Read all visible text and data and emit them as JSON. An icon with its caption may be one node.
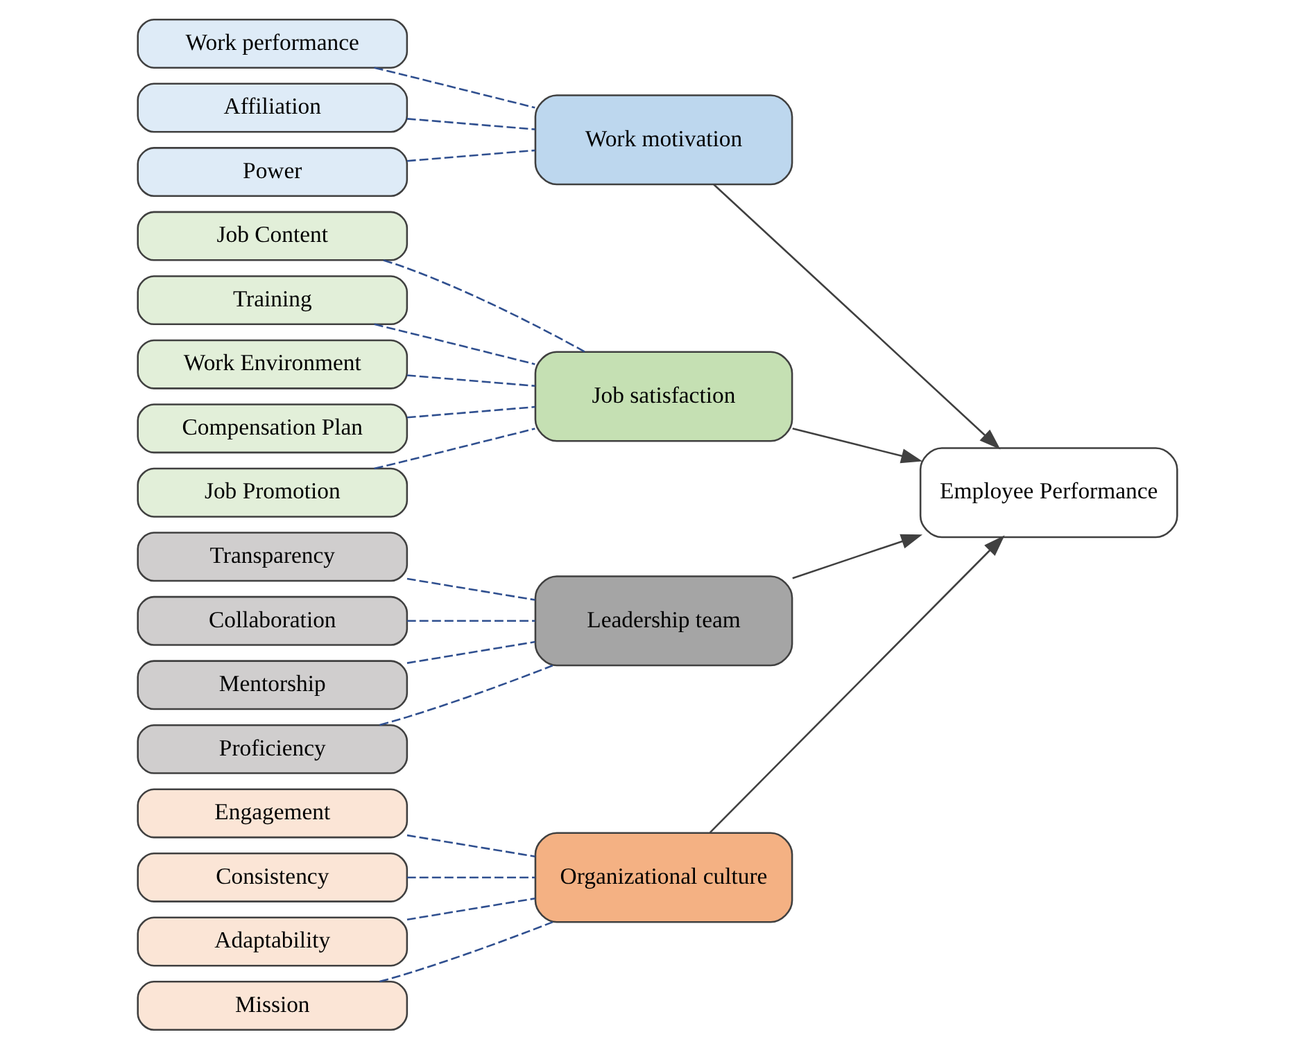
{
  "diagram": {
    "nodes": [
      {
        "text": [
          "Job Content"
        ]
      },
      {
        "text": [
          "Training"
        ]
      },
      {
        "text": [
          "Work Environment"
        ]
      },
      {
        "text": [
          "Compensation Plan"
        ]
      },
      {
        "text": [
          "Job Promotion"
        ]
      },
      {
        "text": [
          "Work performance"
        ]
      },
      {
        "text": [
          "Affiliation"
        ]
      },
      {
        "text": [
          "Power"
        ]
      },
      {
        "text": [
          "Transparency"
        ]
      },
      {
        "text": [
          "Collaboration"
        ]
      },
      {
        "text": [
          "Mentorship"
        ]
      },
      {
        "text": [
          "Proficiency"
        ]
      },
      {
        "text": [
          "Engagement"
        ]
      },
      {
        "text": [
          "Consistency"
        ]
      },
      {
        "text": [
          "Adaptability"
        ]
      },
      {
        "text": [
          "Mission"
        ]
      },
      {
        "text": [
          "Job satisfaction"
        ]
      },
      {
        "text": [
          "Work motivation"
        ]
      },
      {
        "text": [
          "Leadership team"
        ]
      },
      {
        "text": [
          "Organizational culture"
        ]
      },
      {
        "text": [
          "Employee Performance"
        ]
      }
    ],
    "edges": [
      {
        "from": 0,
        "to": 16,
        "arrow": "none",
        "style": "dashed"
      },
      {
        "from": 1,
        "to": 16,
        "arrow": "none",
        "style": "dashed"
      },
      {
        "from": 2,
        "to": 16,
        "arrow": "none",
        "style": "dashed"
      },
      {
        "from": 3,
        "to": 16,
        "arrow": "none",
        "style": "dashed"
      },
      {
        "from": 4,
        "to": 16,
        "arrow": "none",
        "style": "dashed"
      },
      {
        "from": 5,
        "to": 17,
        "arrow": "none",
        "style": "dashed"
      },
      {
        "from": 6,
        "to": 17,
        "arrow": "none",
        "style": "dashed"
      },
      {
        "from": 7,
        "to": 17,
        "arrow": "none",
        "style": "dashed"
      },
      {
        "from": 8,
        "to": 18,
        "arrow": "none",
        "style": "dashed"
      },
      {
        "from": 9,
        "to": 18,
        "arrow": "none",
        "style": "dashed"
      },
      {
        "from": 10,
        "to": 18,
        "arrow": "none",
        "style": "dashed"
      },
      {
        "from": 11,
        "to": 18,
        "arrow": "none",
        "style": "dashed"
      },
      {
        "from": 12,
        "to": 19,
        "arrow": "none",
        "style": "dashed"
      },
      {
        "from": 13,
        "to": 19,
        "arrow": "none",
        "style": "dashed"
      },
      {
        "from": 14,
        "to": 19,
        "arrow": "none",
        "style": "dashed"
      },
      {
        "from": 15,
        "to": 19,
        "arrow": "none",
        "style": "dashed"
      },
      {
        "from": 16,
        "to": 20,
        "arrow": "to",
        "color": "#404040"
      },
      {
        "from": 17,
        "to": 20,
        "arrow": "to",
        "color": "#404040"
      },
      {
        "from": 18,
        "to": 20,
        "arrow": "to",
        "color": "#404040"
      },
      {
        "from": 19,
        "to": 20,
        "arrow": "to",
        "color": "#404040"
      }
    ]
  }
}
